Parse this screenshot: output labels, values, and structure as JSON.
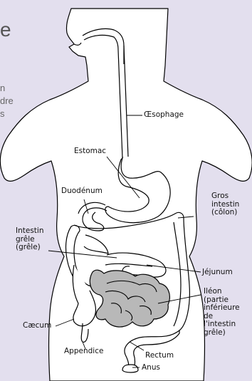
{
  "colors": {
    "background": "#e3dfee",
    "body": "#ffffff",
    "ileum_fill": "#b8b8b8",
    "outline": "#000000"
  },
  "cut_off_text": {
    "title_fragment": "e",
    "lines": [
      "n",
      "dre",
      "s"
    ]
  },
  "labels": {
    "oesophagus": "Œsophage",
    "stomach": "Estomac",
    "duodenum": "Duodénum",
    "large_intestine": "Gros\nintestin\n(côlon)",
    "small_intestine": "Intestin\ngrêle\n(grêle)",
    "jejunum": "Jéjunum",
    "ileum": "Iléon\n(partie\ninférieure\nde\nl'intestin\ngrêle)",
    "caecum": "Cæcum",
    "appendix": "Appendice",
    "rectum": "Rectum",
    "anus": "Anus"
  }
}
